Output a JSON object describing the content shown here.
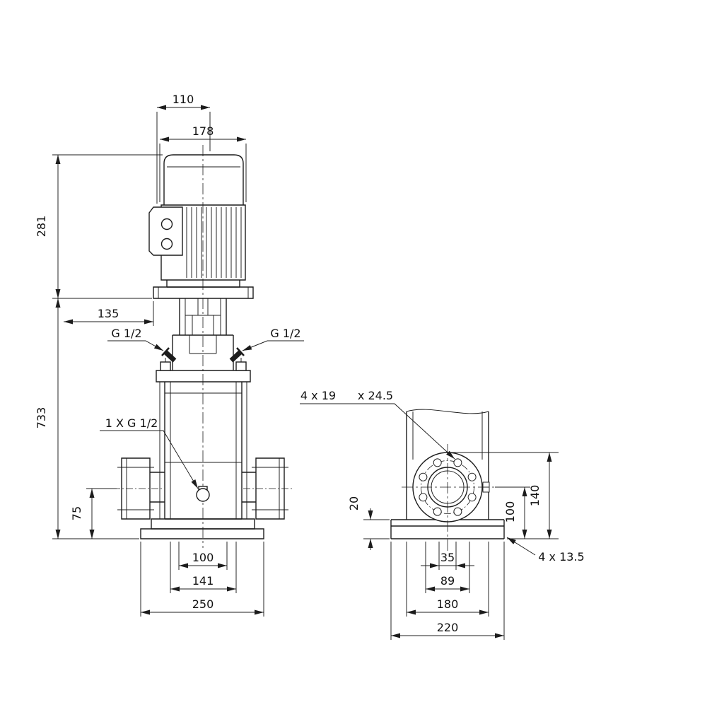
{
  "page": {
    "background": "#ffffff",
    "line_color": "#1c1c1c",
    "text_color": "#111111"
  },
  "front_view": {
    "dim_motor_top_width": "110",
    "dim_motor_width": "178",
    "dim_motor_height": "281",
    "dim_head_offset": "135",
    "dim_total_height": "733",
    "port_label_left": "G 1/2",
    "port_label_right": "G 1/2",
    "drain_label": "1 X G 1/2",
    "dim_port_height": "75",
    "dim_base_width_inner": "100",
    "dim_base_width_mid": "141",
    "dim_base_width_outer": "250"
  },
  "side_view": {
    "flange_holes_label": "4 x 19",
    "flange_counterbore_label": "x 24.5",
    "dim_base_thickness": "20",
    "dim_port_center_height": "100",
    "dim_flange_height": "140",
    "dim_base_hole_spacing": "35",
    "dim_base_hole_pitch": "89",
    "dim_base_width": "180",
    "dim_base_length": "220",
    "base_holes_label": "4 x 13.5"
  }
}
